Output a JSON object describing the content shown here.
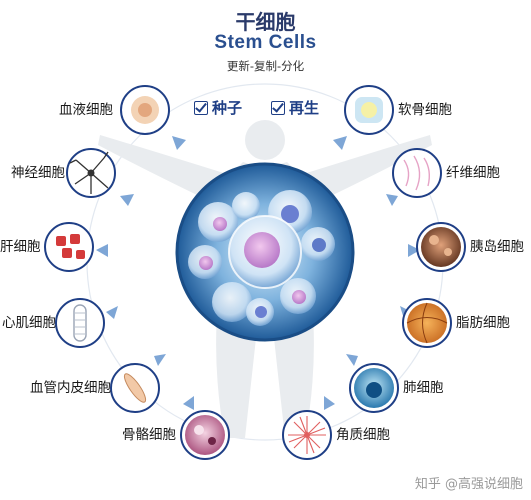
{
  "header": {
    "title_cn": "干细胞",
    "title_en": "Stem Cells",
    "subtitle": "更新-复制-分化",
    "features": [
      {
        "label": "种子",
        "icon": "check-box-icon"
      },
      {
        "label": "再生",
        "icon": "check-box-icon"
      }
    ]
  },
  "center": {
    "label": "",
    "icon": "stem-cell-cluster-icon"
  },
  "cells": [
    {
      "id": "blood",
      "label": "血液细胞",
      "icon": "blood-cell-icon"
    },
    {
      "id": "cartilage",
      "label": "软骨细胞",
      "icon": "cartilage-cell-icon"
    },
    {
      "id": "nerve",
      "label": "神经细胞",
      "icon": "neuron-icon"
    },
    {
      "id": "fiber",
      "label": "纤维细胞",
      "icon": "fiber-cell-icon"
    },
    {
      "id": "liver",
      "label": "肝细胞",
      "icon": "liver-cell-icon"
    },
    {
      "id": "islet",
      "label": "胰岛细胞",
      "icon": "islet-cell-icon"
    },
    {
      "id": "cardiac",
      "label": "心肌细胞",
      "icon": "cardiac-muscle-cell-icon"
    },
    {
      "id": "fat",
      "label": "脂肪细胞",
      "icon": "fat-cell-icon"
    },
    {
      "id": "endothelial",
      "label": "血管内皮细胞",
      "icon": "endothelial-cell-icon"
    },
    {
      "id": "lung",
      "label": "肺细胞",
      "icon": "lung-cell-icon"
    },
    {
      "id": "bone",
      "label": "骨骼细胞",
      "icon": "bone-cell-icon"
    },
    {
      "id": "keratin",
      "label": "角质细胞",
      "icon": "keratinocyte-icon"
    }
  ],
  "watermark": "知乎 @高强说细胞",
  "colors": {
    "accent": "#1f3f86",
    "ring": "#1f3f86",
    "arrow": "#7ea6d6",
    "body_silhouette": "#e9ecef",
    "center_orb": "#2f6fb0"
  }
}
